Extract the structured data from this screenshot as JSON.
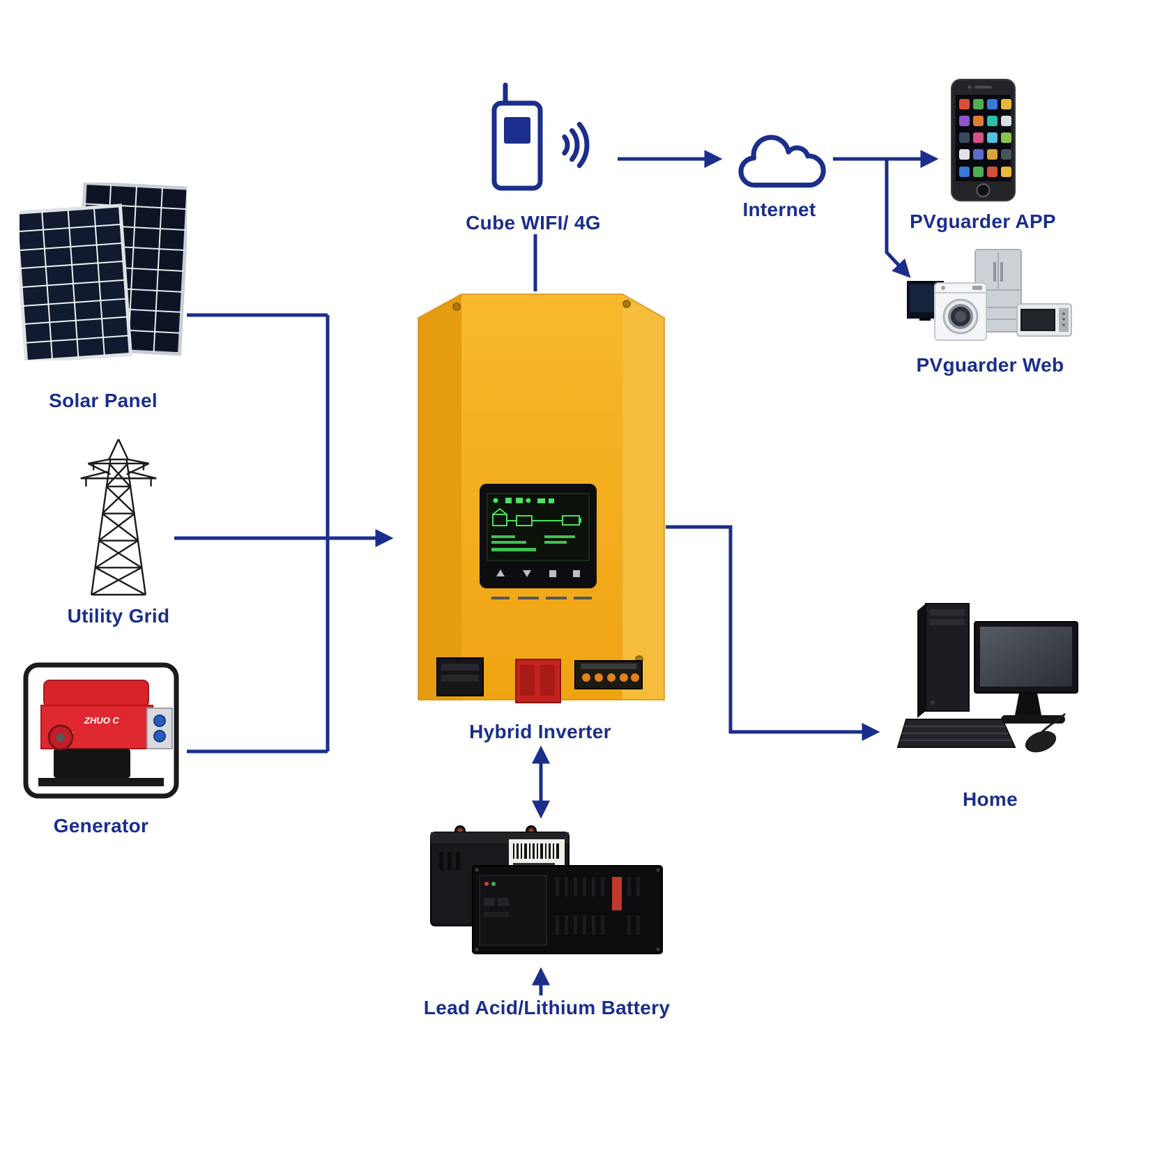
{
  "colors": {
    "accent": "#1b2e8c",
    "inverter_yellow": "#f4ad1e",
    "generator_red": "#d8232a",
    "display_green": "#4ce05f"
  },
  "nodes": {
    "solar_panel": {
      "label": "Solar Panel"
    },
    "utility_grid": {
      "label": "Utility Grid"
    },
    "generator": {
      "label": "Generator",
      "brand": "ZHUO C"
    },
    "cube_wifi": {
      "label": "Cube WIFI/ 4G"
    },
    "internet": {
      "label": "Internet"
    },
    "pvguarder_app": {
      "label": "PVguarder APP"
    },
    "pvguarder_web": {
      "label": "PVguarder Web"
    },
    "hybrid_inverter": {
      "label": "Hybrid Inverter"
    },
    "home": {
      "label": "Home"
    },
    "battery": {
      "label": "Lead Acid/Lithium Battery"
    }
  },
  "connections": [
    {
      "from": "solar_panel",
      "to": "hybrid_inverter"
    },
    {
      "from": "utility_grid",
      "to": "hybrid_inverter"
    },
    {
      "from": "generator",
      "to": "hybrid_inverter"
    },
    {
      "from": "cube_wifi",
      "to": "hybrid_inverter"
    },
    {
      "from": "cube_wifi",
      "to": "internet"
    },
    {
      "from": "internet",
      "to": "pvguarder_app"
    },
    {
      "from": "internet",
      "to": "pvguarder_web"
    },
    {
      "from": "hybrid_inverter",
      "to": "home"
    },
    {
      "from": "hybrid_inverter",
      "to": "battery",
      "bidirectional": true
    }
  ]
}
